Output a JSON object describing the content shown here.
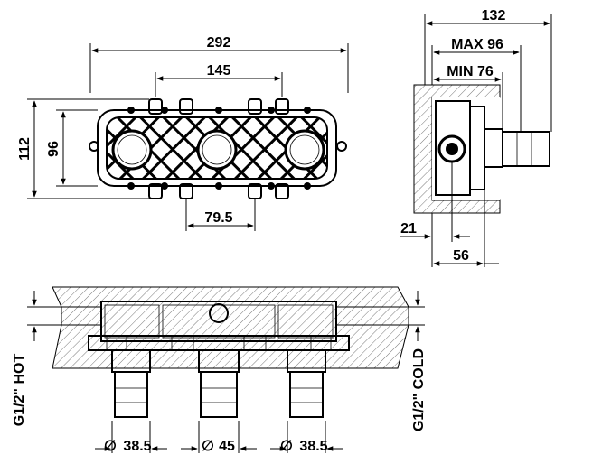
{
  "dimensions": {
    "overall_width": "292",
    "inner_span": "145",
    "overall_height": "112",
    "inner_height": "96",
    "outlet_spacing": "79.5",
    "depth_total": "132",
    "depth_max": "MAX 96",
    "depth_min": "MIN 76",
    "wall_offset": "21",
    "body_depth": "56"
  },
  "outlets": {
    "left_diameter": "38.5",
    "center_diameter": "45",
    "right_diameter": "38.5",
    "diameter_symbol": "∅"
  },
  "labels": {
    "hot": "G1/2\" HOT",
    "cold": "G1/2\" COLD"
  }
}
